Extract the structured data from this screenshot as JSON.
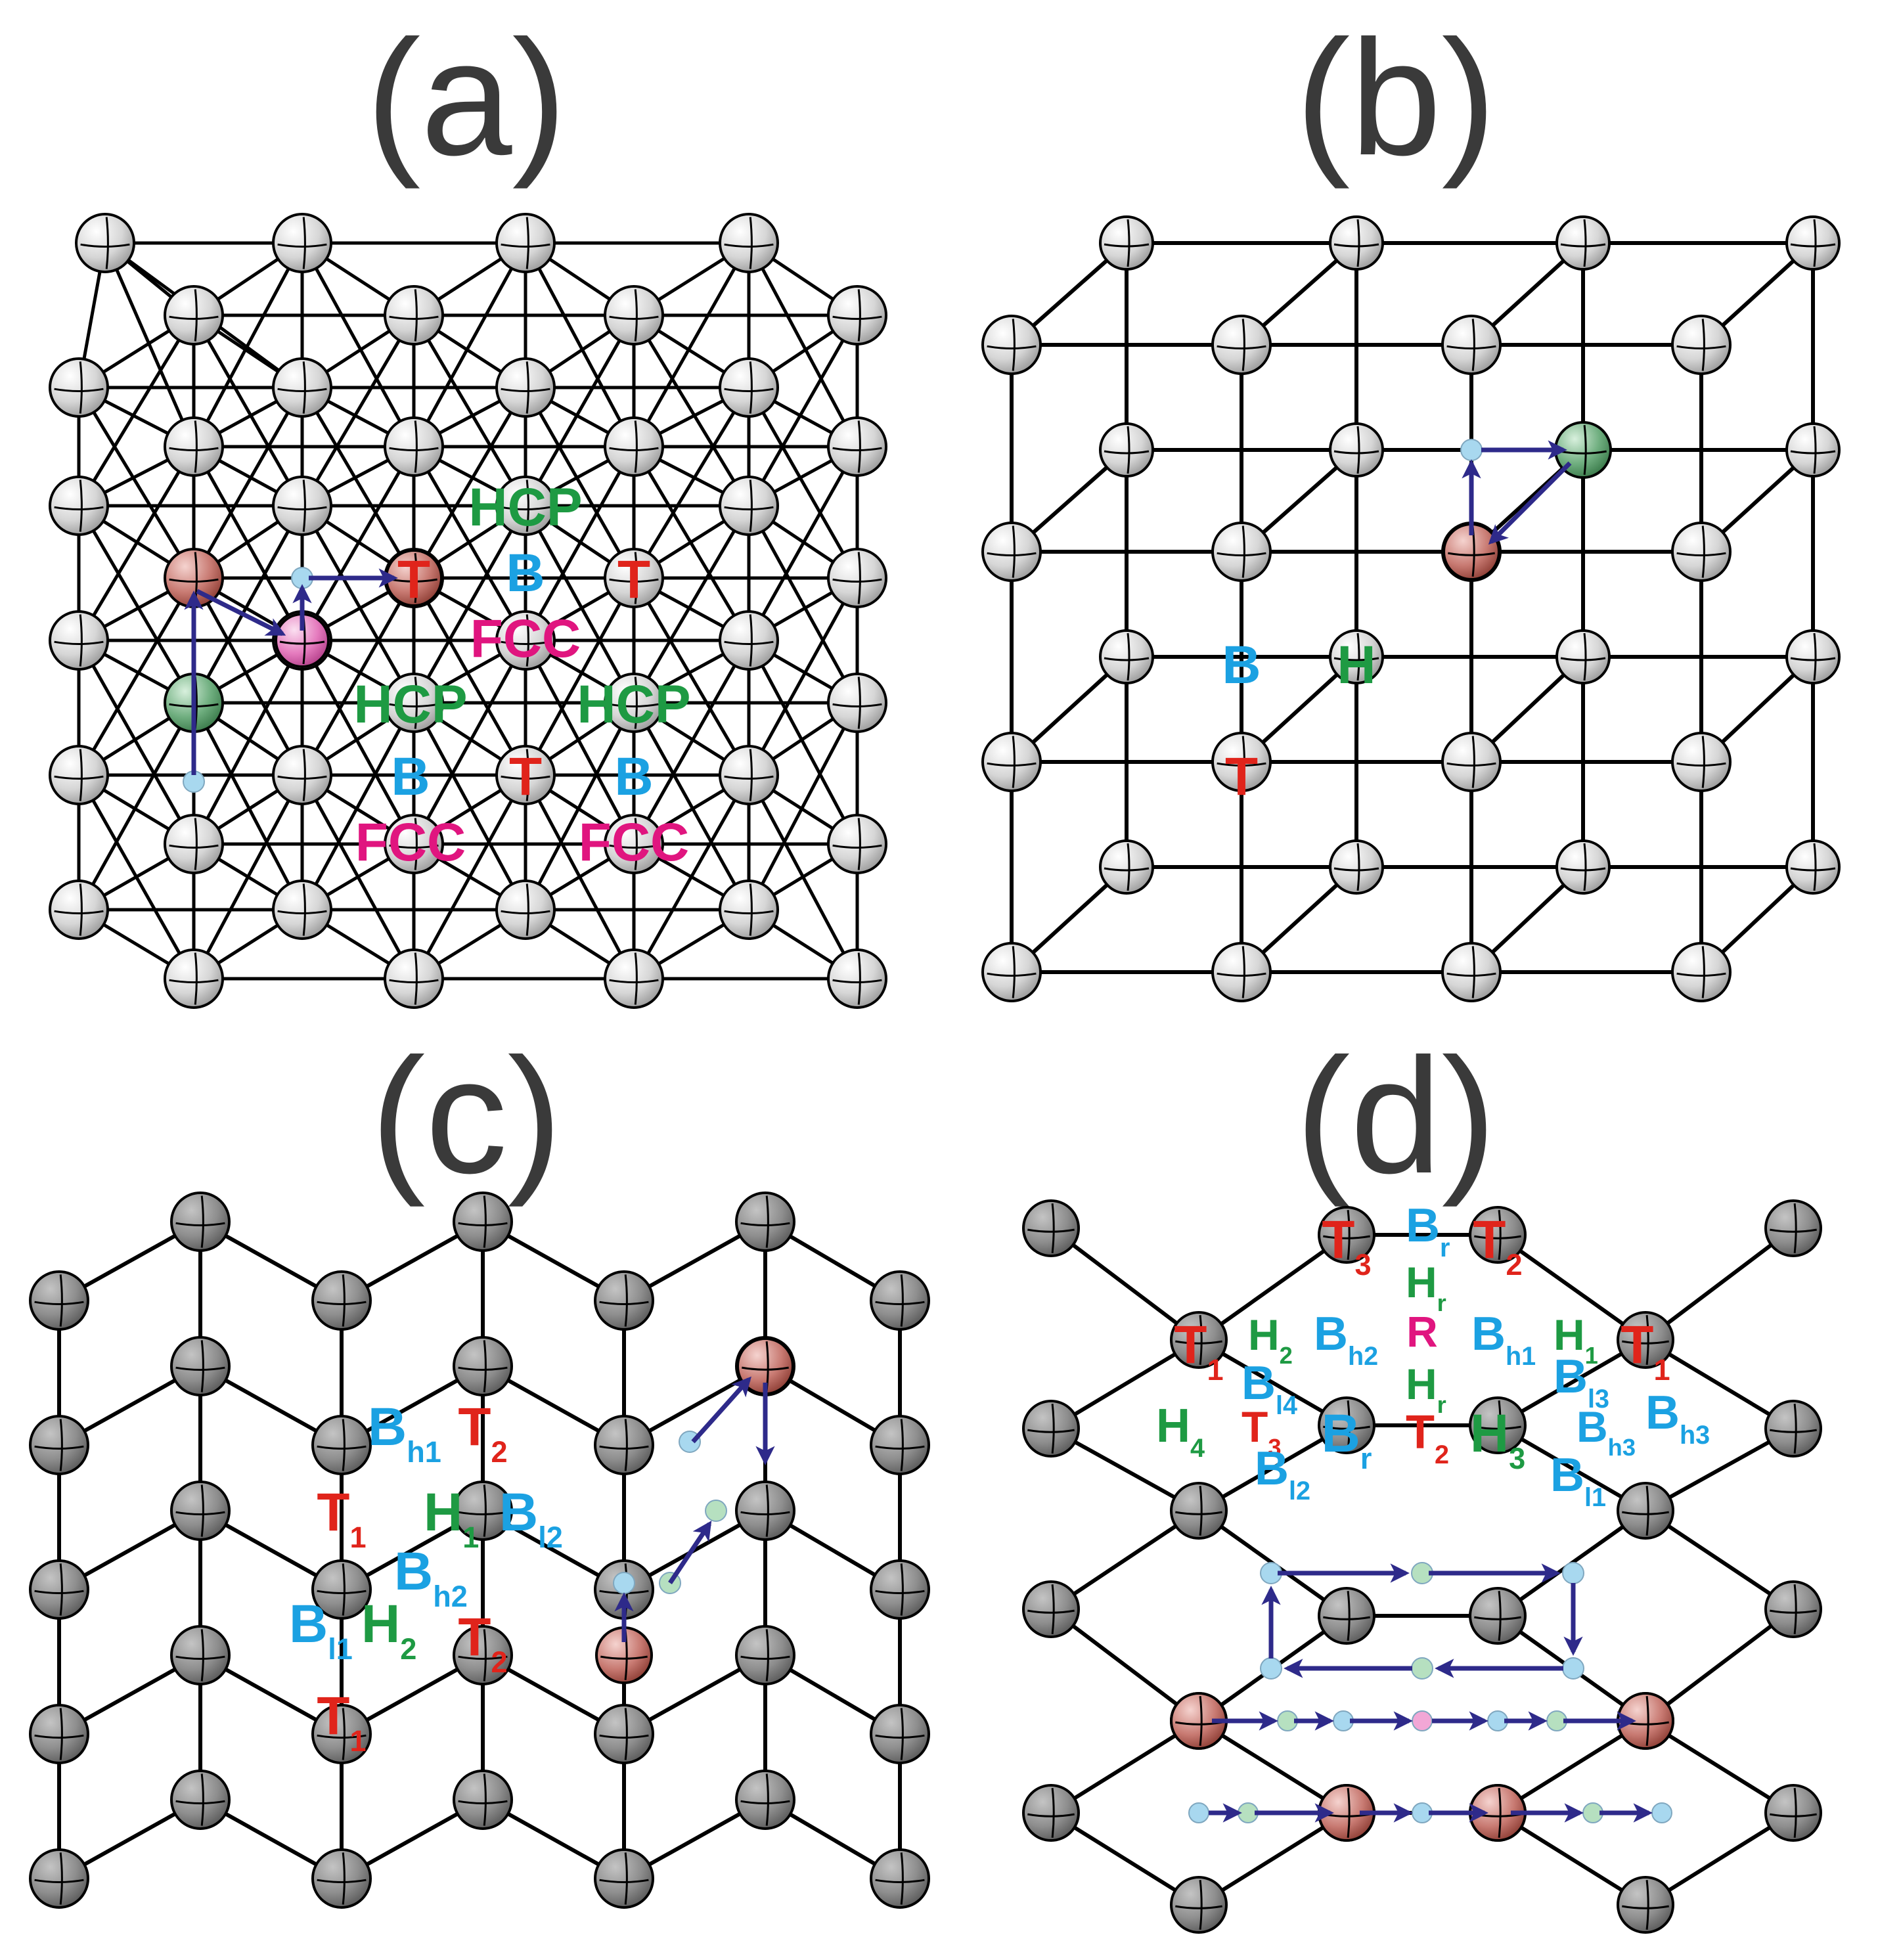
{
  "colors": {
    "top": "#e0241b",
    "bridge": "#1ba1e2",
    "hollow": "#1e9a43",
    "fcc": "#e0157f",
    "rect": "#e0157f",
    "arrow": "#2e2a8a",
    "atom_light": "#d2d2d2",
    "atom_dark": "#8c8c8c",
    "atom_red": "#c87a72",
    "atom_green": "#6fae7f",
    "atom_pink": "#e57bbe",
    "minor_blue": "#a8d8ef",
    "minor_green": "#b6e0c0",
    "minor_pink": "#f2a7d6"
  },
  "panels": [
    {
      "id": "a",
      "title": "(a)",
      "labels": [
        {
          "text": "HCP",
          "kind": "hollow"
        },
        {
          "text": "B",
          "kind": "bridge"
        },
        {
          "text": "FCC",
          "kind": "fcc"
        },
        {
          "text": "T",
          "kind": "top"
        },
        {
          "text": "T",
          "kind": "top"
        },
        {
          "text": "HCP",
          "kind": "hollow"
        },
        {
          "text": "HCP",
          "kind": "hollow"
        },
        {
          "text": "B",
          "kind": "bridge"
        },
        {
          "text": "T",
          "kind": "top"
        },
        {
          "text": "B",
          "kind": "bridge"
        },
        {
          "text": "FCC",
          "kind": "fcc"
        },
        {
          "text": "FCC",
          "kind": "fcc"
        }
      ]
    },
    {
      "id": "b",
      "title": "(b)",
      "labels": [
        {
          "text": "B",
          "kind": "bridge"
        },
        {
          "text": "H",
          "kind": "hollow"
        },
        {
          "text": "T",
          "kind": "top"
        }
      ]
    },
    {
      "id": "c",
      "title": "(c)",
      "labels": [
        {
          "text": "B",
          "sub": "h1",
          "kind": "bridge"
        },
        {
          "text": "T",
          "sub": "2",
          "kind": "top"
        },
        {
          "text": "T",
          "sub": "1",
          "kind": "top"
        },
        {
          "text": "H",
          "sub": "1",
          "kind": "hollow"
        },
        {
          "text": "B",
          "sub": "l2",
          "kind": "bridge"
        },
        {
          "text": "B",
          "sub": "h2",
          "kind": "bridge"
        },
        {
          "text": "B",
          "sub": "l1",
          "kind": "bridge"
        },
        {
          "text": "H",
          "sub": "2",
          "kind": "hollow"
        },
        {
          "text": "T",
          "sub": "2",
          "kind": "top"
        },
        {
          "text": "T",
          "sub": "1",
          "kind": "top"
        }
      ]
    },
    {
      "id": "d",
      "title": "(d)",
      "labels": [
        {
          "text": "T",
          "sub": "3",
          "kind": "top"
        },
        {
          "text": "B",
          "sub": "r",
          "kind": "bridge"
        },
        {
          "text": "T",
          "sub": "2",
          "kind": "top"
        },
        {
          "text": "H",
          "sub": "r",
          "kind": "hollow"
        },
        {
          "text": "T",
          "sub": "1",
          "kind": "top"
        },
        {
          "text": "H",
          "sub": "2",
          "kind": "hollow"
        },
        {
          "text": "B",
          "sub": "h2",
          "kind": "bridge"
        },
        {
          "text": "R",
          "kind": "rect"
        },
        {
          "text": "B",
          "sub": "h1",
          "kind": "bridge"
        },
        {
          "text": "H",
          "sub": "1",
          "kind": "hollow"
        },
        {
          "text": "T",
          "sub": "1",
          "kind": "top"
        },
        {
          "text": "B",
          "sub": "l4",
          "kind": "bridge"
        },
        {
          "text": "H",
          "sub": "r",
          "kind": "hollow"
        },
        {
          "text": "B",
          "sub": "l3",
          "kind": "bridge"
        },
        {
          "text": "B",
          "sub": "h3",
          "kind": "bridge"
        },
        {
          "text": "H",
          "sub": "4",
          "kind": "hollow"
        },
        {
          "text": "T",
          "sub": "3",
          "kind": "top"
        },
        {
          "text": "B",
          "sub": "r",
          "kind": "bridge"
        },
        {
          "text": "T",
          "sub": "2",
          "kind": "top"
        },
        {
          "text": "H",
          "sub": "3",
          "kind": "hollow"
        },
        {
          "text": "B",
          "sub": "h3",
          "kind": "bridge"
        },
        {
          "text": "B",
          "sub": "l2",
          "kind": "bridge"
        },
        {
          "text": "B",
          "sub": "l1",
          "kind": "bridge"
        }
      ]
    }
  ]
}
